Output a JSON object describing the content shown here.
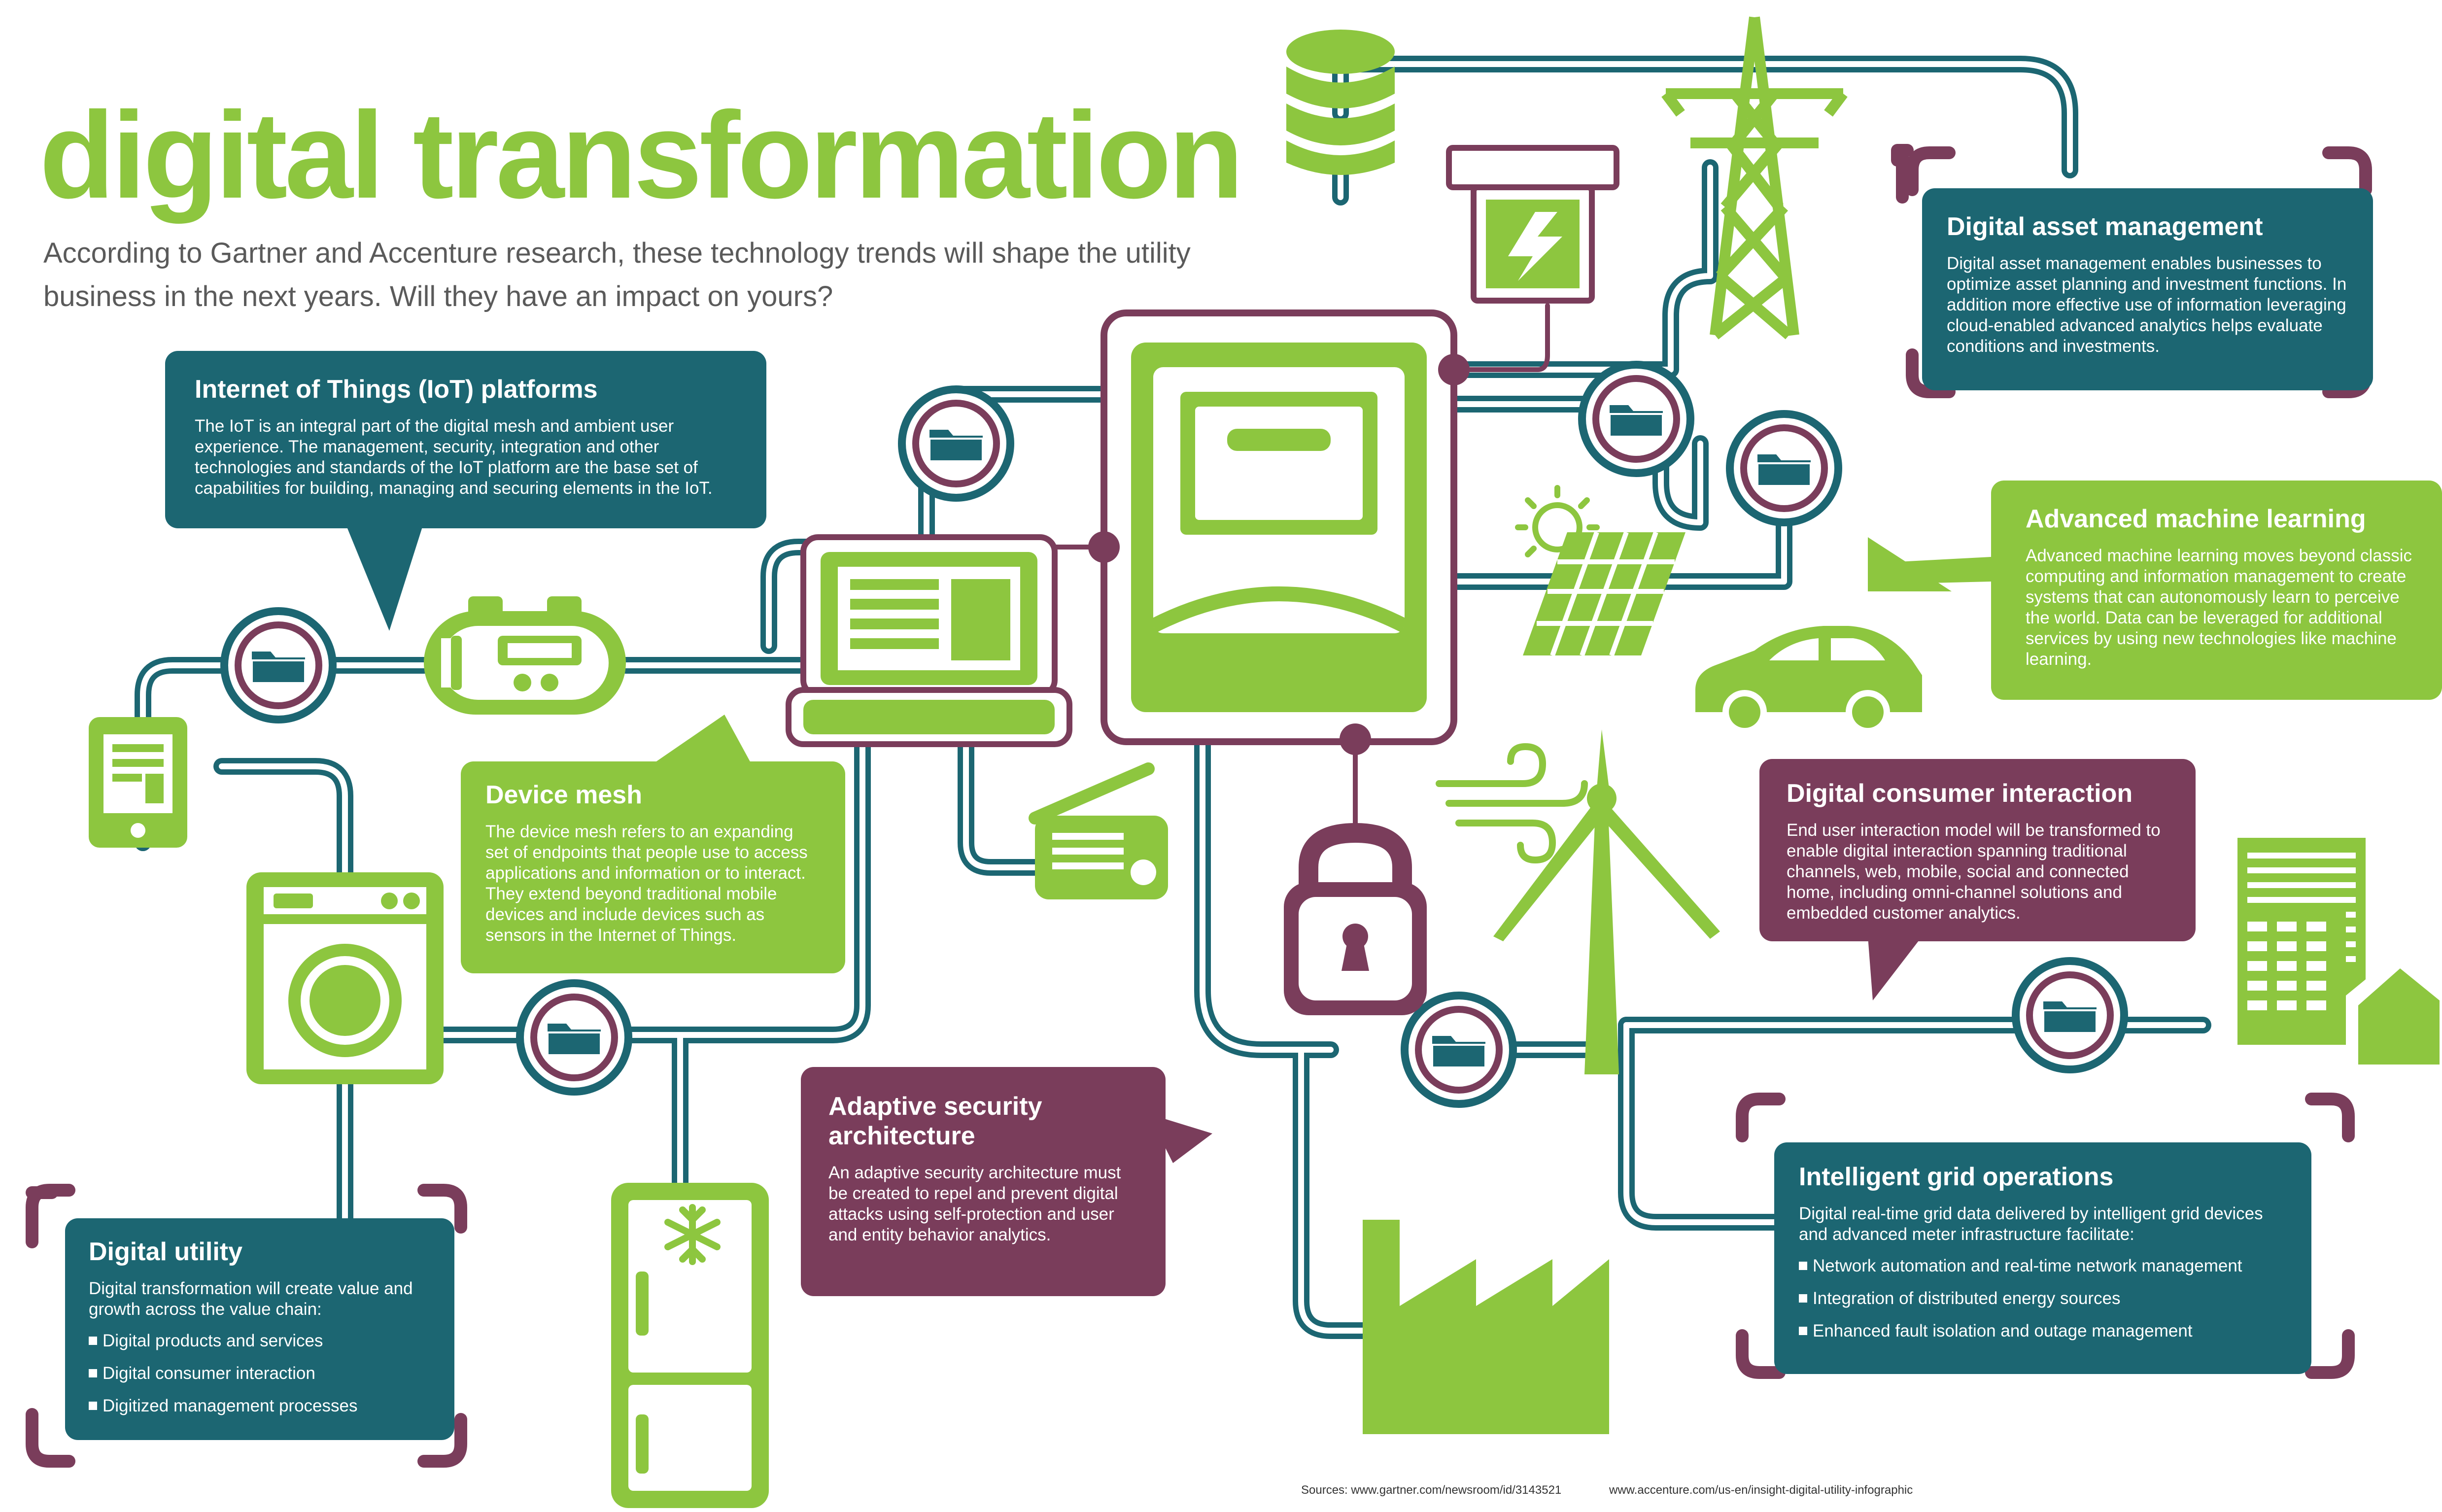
{
  "title": "digital transformation",
  "subtitle": "According to Gartner and Accenture research, these technology trends will shape the utility business in the next years. Will they have an impact on yours?",
  "colors": {
    "green": "#8dc63f",
    "teal": "#1c6672",
    "plum": "#7a3d5b",
    "pipe": "#1c6672"
  },
  "boxes": {
    "iot": {
      "heading": "Internet of Things (IoT) platforms",
      "body": "The IoT is an integral part of the digital mesh and ambient user experience. The management, security, integration and other technologies and standards of the IoT platform are the base set of capabilities for building, managing and securing elements in the IoT."
    },
    "device_mesh": {
      "heading": "Device mesh",
      "body": "The device mesh refers to an expanding set of endpoints that people use to access applications and information or to interact. They extend beyond traditional mobile devices and include devices such as sensors in the Internet of Things."
    },
    "digital_utility": {
      "heading": "Digital utility",
      "body": "Digital transformation will create value and growth across the value chain:",
      "bullets": [
        "Digital products and services",
        "Digital consumer interaction",
        "Digitized management processes"
      ]
    },
    "adaptive_security": {
      "heading": "Adaptive security architecture",
      "body": "An adaptive security architecture must be created to repel and prevent digital attacks using self-protection and user and entity behavior analytics."
    },
    "asset_management": {
      "heading": "Digital asset management",
      "body": "Digital asset management enables businesses to optimize asset planning and investment functions. In addition more effective use of information leveraging cloud-enabled advanced analytics helps evaluate conditions and investments."
    },
    "machine_learning": {
      "heading": "Advanced machine learning",
      "body": "Advanced machine learning moves beyond classic computing and information management to create systems that can autonomously learn to perceive the world. Data can be leveraged for additional services by using new technologies like machine learning."
    },
    "consumer_interaction": {
      "heading": "Digital consumer interaction",
      "body": "End user interaction model will be transformed to enable digital interaction spanning traditional channels, web, mobile, social and connected home, including omni-channel solutions and embedded customer analytics."
    },
    "grid_operations": {
      "heading": "Intelligent grid operations",
      "body": "Digital real-time grid data delivered by intelligent grid devices and advanced meter infrastructure facilitate:",
      "bullets": [
        "Network automation and real-time network management",
        "Integration of distributed energy sources",
        "Enhanced fault isolation and outage management"
      ]
    }
  },
  "sources": {
    "label_1": "Sources: www.gartner.com/newsroom/id/3143521",
    "label_2": "www.accenture.com/us-en/insight-digital-utility-infographic"
  },
  "icons": [
    "database-icon",
    "power-box-icon",
    "transmission-tower-icon",
    "smart-meter-icon",
    "laptop-icon",
    "tablet-icon",
    "smart-plug-icon",
    "washing-machine-icon",
    "refrigerator-icon",
    "snowflake-icon",
    "radio-icon",
    "padlock-icon",
    "solar-panel-icon",
    "sun-icon",
    "electric-car-icon",
    "wind-turbine-icon",
    "wind-icon",
    "building-icon",
    "house-icon",
    "factory-icon",
    "folder-icon"
  ]
}
